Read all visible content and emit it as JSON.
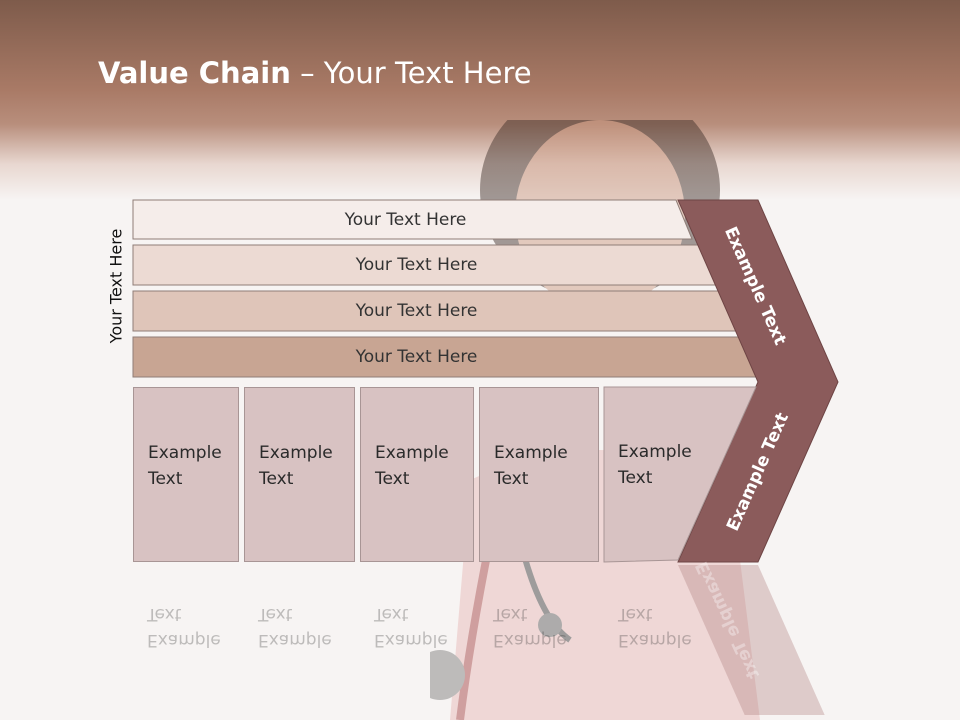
{
  "title": {
    "bold": "Value Chain",
    "rest": " – Your Text Here"
  },
  "side_label": "Your Text Here",
  "bars": [
    {
      "label": "Your Text Here",
      "color": "#f5edea"
    },
    {
      "label": "Your Text Here",
      "color": "#ecdad3"
    },
    {
      "label": "Your Text Here",
      "color": "#dfc5b9"
    },
    {
      "label": "Your Text Here",
      "color": "#c8a593"
    }
  ],
  "columns": [
    {
      "line1": "Example",
      "line2": "Text"
    },
    {
      "line1": "Example",
      "line2": "Text"
    },
    {
      "line1": "Example",
      "line2": "Text"
    },
    {
      "line1": "Example",
      "line2": "Text"
    },
    {
      "line1": "Example",
      "line2": "Text"
    }
  ],
  "chevron": {
    "upper_label": "Example Text",
    "lower_label": "Example Text",
    "color": "#8b5b5b"
  }
}
